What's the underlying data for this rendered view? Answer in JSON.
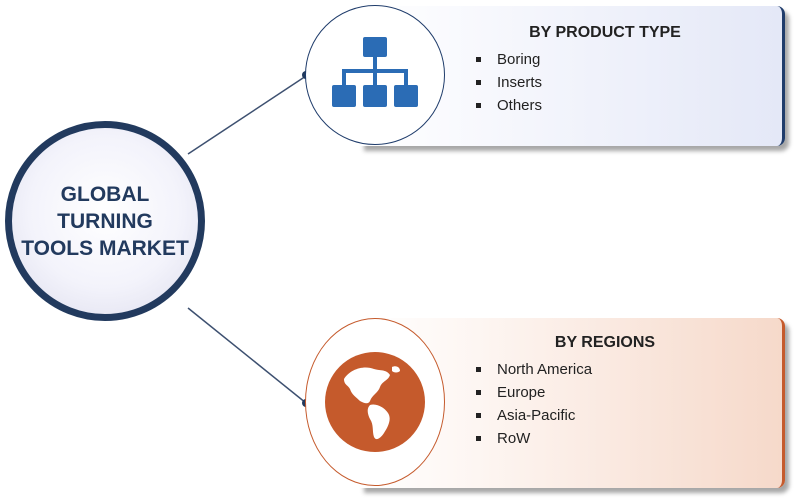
{
  "center": {
    "title": "GLOBAL\nTURNING\nTOOLS MARKET"
  },
  "segments": [
    {
      "title": "BY PRODUCT  TYPE",
      "icon": "hierarchy-icon",
      "accent": "#1f3c6b",
      "items": [
        "Boring",
        "Inserts",
        "Others"
      ]
    },
    {
      "title": "BY REGIONS",
      "icon": "globe-icon",
      "accent": "#c55a2c",
      "items": [
        "North America",
        "Europe",
        "Asia-Pacific",
        "RoW"
      ]
    }
  ],
  "colors": {
    "center_border": "#223a5e",
    "product_accent": "#1f3c6b",
    "regions_accent": "#c55a2c"
  }
}
